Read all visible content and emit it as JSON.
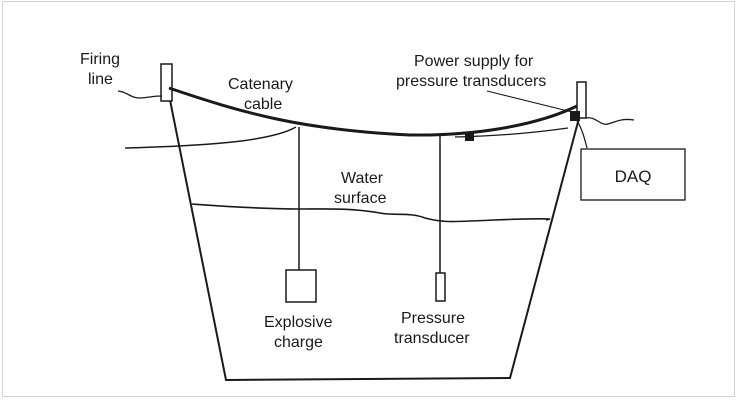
{
  "diagram": {
    "labels": {
      "firing_line_1": "Firing",
      "firing_line_2": "line",
      "catenary_1": "Catenary",
      "catenary_2": "cable",
      "power_1": "Power supply for",
      "power_2": "pressure transducers",
      "water_1": "Water",
      "water_2": "surface",
      "explosive_1": "Explosive",
      "explosive_2": "charge",
      "pressure_1": "Pressure",
      "pressure_2": "transducer",
      "daq": "DAQ"
    },
    "colors": {
      "ink": "#1a1a1a",
      "border": "#d4d4d4",
      "background": "#ffffff"
    }
  }
}
